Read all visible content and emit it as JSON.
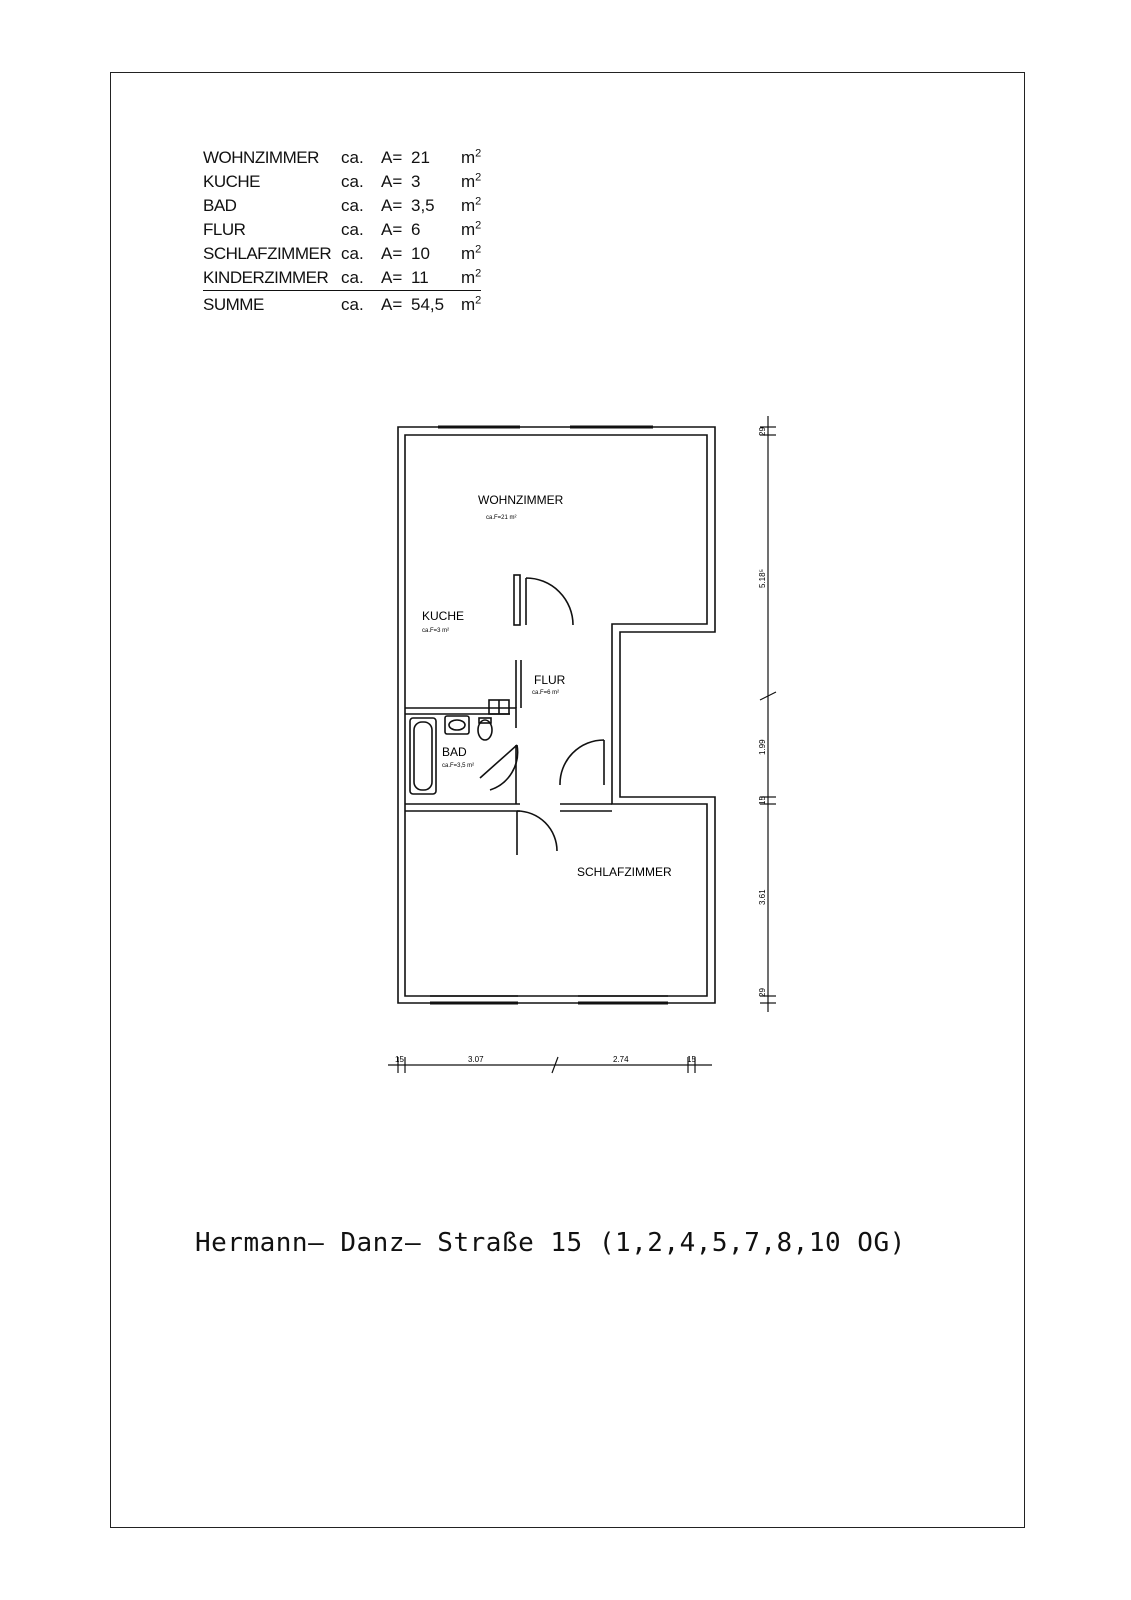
{
  "area_table": {
    "rows": [
      {
        "name": "WOHNZIMMER",
        "ca": "ca.",
        "a": "A=",
        "value": "21",
        "unit": "m",
        "exp": "2"
      },
      {
        "name": "KUCHE",
        "ca": "ca.",
        "a": "A=",
        "value": "3",
        "unit": "m",
        "exp": "2"
      },
      {
        "name": "BAD",
        "ca": "ca.",
        "a": "A=",
        "value": "3,5",
        "unit": "m",
        "exp": "2"
      },
      {
        "name": "FLUR",
        "ca": "ca.",
        "a": "A=",
        "value": "6",
        "unit": "m",
        "exp": "2"
      },
      {
        "name": "SCHLAFZIMMER",
        "ca": "ca.",
        "a": "A=",
        "value": "10",
        "unit": "m",
        "exp": "2"
      },
      {
        "name": "KINDERZIMMER",
        "ca": "ca.",
        "a": "A=",
        "value": "11",
        "unit": "m",
        "exp": "2"
      }
    ],
    "sum": {
      "name": "SUMME",
      "ca": "ca.",
      "a": "A=",
      "value": "54,5",
      "unit": "m",
      "exp": "2"
    }
  },
  "plan": {
    "rooms": {
      "wohnzimmer": {
        "label": "WOHNZIMMER",
        "area": "ca.F=21 m²"
      },
      "kuche": {
        "label": "KUCHE",
        "area": "ca.F=3 m²"
      },
      "flur": {
        "label": "FLUR",
        "area": "ca.F=6 m²"
      },
      "bad": {
        "label": "BAD",
        "area": "ca.F=3,5 m²"
      },
      "schlafzimmer": {
        "label": "SCHLAFZIMMER"
      }
    },
    "dimensions_vertical": {
      "top_wall": "29",
      "upper": "5.18⁵",
      "middle": "1.99",
      "inner_wall": "15",
      "lower": "3.61",
      "bottom_wall": "29"
    },
    "dimensions_horizontal": {
      "left_wall": "15",
      "left": "3.07",
      "right": "2.74",
      "right_wall": "15"
    }
  },
  "caption": "Hermann– Danz– Straße 15 (1,2,4,5,7,8,10 OG)"
}
